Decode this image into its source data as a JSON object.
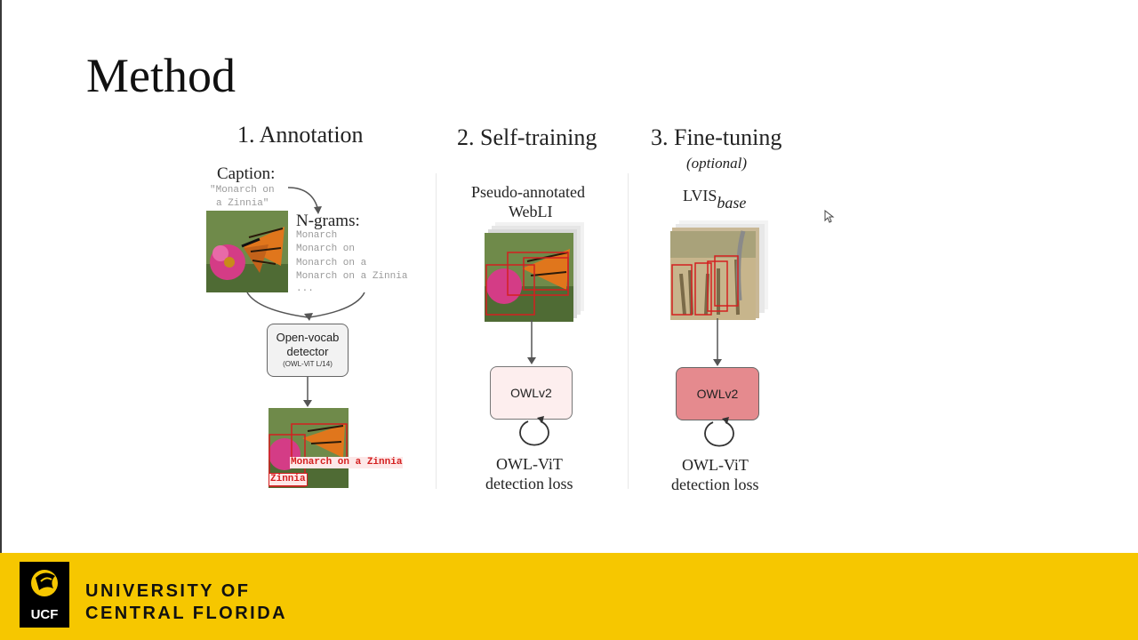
{
  "slide": {
    "title": "Method"
  },
  "diagram": {
    "annotation": {
      "heading": "1. Annotation",
      "caption_label": "Caption:",
      "caption_line1": "\"Monarch on",
      "caption_line2": "a Zinnia\"",
      "ngrams_label": "N-grams:",
      "ngrams": [
        "Monarch",
        "Monarch on",
        "Monarch on a",
        "Monarch on a Zinnia",
        "..."
      ],
      "detector_line1": "Open-vocab",
      "detector_line2": "detector",
      "detector_sub": "(OWL-ViT L/14)",
      "box_label1": "Monarch on a Zinnia",
      "box_label2": "Zinnia"
    },
    "self_training": {
      "heading": "2. Self-training",
      "dataset_line1": "Pseudo-annotated",
      "dataset_line2": "WebLI",
      "model": "OWLv2",
      "loss_line1": "OWL-ViT",
      "loss_line2": "detection loss",
      "model_fill": "#fdeeee"
    },
    "fine_tuning": {
      "heading": "3. Fine-tuning",
      "optional": "(optional)",
      "dataset": "LVIS",
      "dataset_sub": "base",
      "model": "OWLv2",
      "loss_line1": "OWL-ViT",
      "loss_line2": "detection loss",
      "model_fill": "#e58a8e"
    }
  },
  "footer": {
    "line1": "UNIVERSITY OF",
    "line2": "CENTRAL FLORIDA",
    "logo_text": "UCF",
    "background": "#f6c700"
  },
  "colors": {
    "box_red": "#d42020",
    "arrow": "#555555"
  }
}
